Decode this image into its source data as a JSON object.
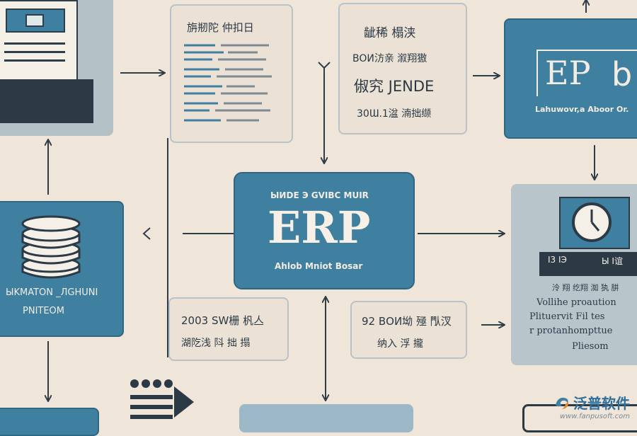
{
  "center": {
    "caption_top": "ЫИDE Э GVIBC MUIR",
    "title": "ERP",
    "caption_bottom": "Ahlob Mniot Bosar"
  },
  "top_doc": {
    "title": "旃剏陀 仲扣日"
  },
  "top_middle": {
    "line1": "龇稀 榻浃",
    "line2": "BOИ汸亲 溆翔獓",
    "line3": "俶究 JENDE",
    "line4": "30Ɯ.1湓 湳拙缬"
  },
  "top_right": {
    "title": "EP",
    "caption": "Lahuwovr,a Aboor Or."
  },
  "left_db": {
    "line1": "ЫKMATON _ЛGHUNI",
    "line2": "PNITEOM"
  },
  "bottom_mid_left": {
    "line1": "2003 SW栅 杋亼",
    "line2": "湖阣浅 阧 拙 搨"
  },
  "bottom_mid_right": {
    "line1": "92 ВОИ坳 殛 閄汊",
    "line2": "纳入 浮 攏"
  },
  "right_clock": {
    "label_left": "I3 IЭ",
    "label_right": "Ы I谊",
    "line0": "泠 翔 纥翔 洳 犱 肼",
    "line1": "Vollihe proaution",
    "line2": "Plituervit Fil tes",
    "line3": "r protanhompttue",
    "line4": "Pliesom"
  },
  "watermark": {
    "brand": "泛普软件",
    "url": "www.fanpusoft.com"
  }
}
